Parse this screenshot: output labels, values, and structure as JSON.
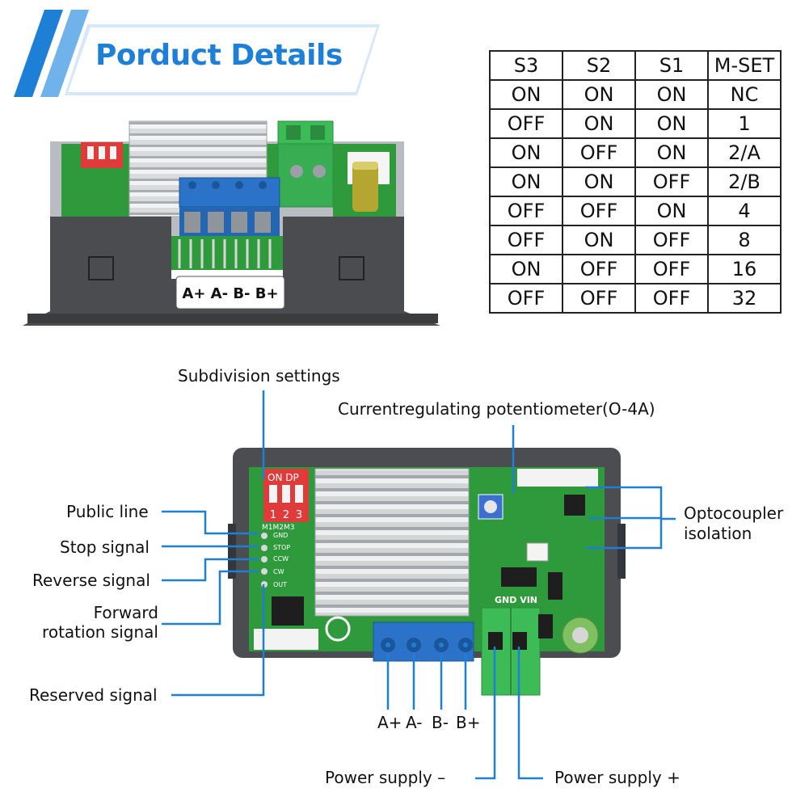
{
  "banner": {
    "title": "Porduct Details"
  },
  "table": {
    "headers": [
      "S3",
      "S2",
      "S1",
      "M-SET"
    ],
    "rows": [
      [
        "ON",
        "ON",
        "ON",
        "NC"
      ],
      [
        "OFF",
        "ON",
        "ON",
        "1"
      ],
      [
        "ON",
        "OFF",
        "ON",
        "2/A"
      ],
      [
        "ON",
        "ON",
        "OFF",
        "2/B"
      ],
      [
        "OFF",
        "OFF",
        "ON",
        "4"
      ],
      [
        "OFF",
        "ON",
        "OFF",
        "8"
      ],
      [
        "ON",
        "OFF",
        "OFF",
        "16"
      ],
      [
        "OFF",
        "OFF",
        "OFF",
        "32"
      ]
    ]
  },
  "top_device": {
    "terminal_label": "A+ A- B- B+"
  },
  "board": {
    "switch_on": "ON DP",
    "switch_nums": [
      "1",
      "2",
      "3"
    ],
    "pin_header": "M1M2M3",
    "pins": [
      "GND",
      "STOP",
      "CCW",
      "CW",
      "OUT"
    ],
    "terminal_label": "GND VIN"
  },
  "callouts": {
    "subdivision": "Subdivision settings",
    "potentiometer": "Currentregulating potentiometer(O-4A)",
    "public_line": "Public line",
    "stop_signal": "Stop signal",
    "reverse_signal": "Reverse signal",
    "forward_line1": "Forward",
    "forward_line2": "rotation signal",
    "reserved_signal": "Reserved signal",
    "optocoupler_line1": "Optocoupler",
    "optocoupler_line2": "isolation",
    "terminals": [
      "A+",
      "A-",
      "B-",
      "B+"
    ],
    "power_minus": "Power supply –",
    "power_plus": "Power supply +"
  },
  "colors": {
    "accent_blue": "#1e7fd6",
    "pcb_green": "#2f9a3c",
    "terminal_blue": "#2a73c8",
    "terminal_green": "#3dbb57",
    "dip_red": "#e03b3b"
  }
}
